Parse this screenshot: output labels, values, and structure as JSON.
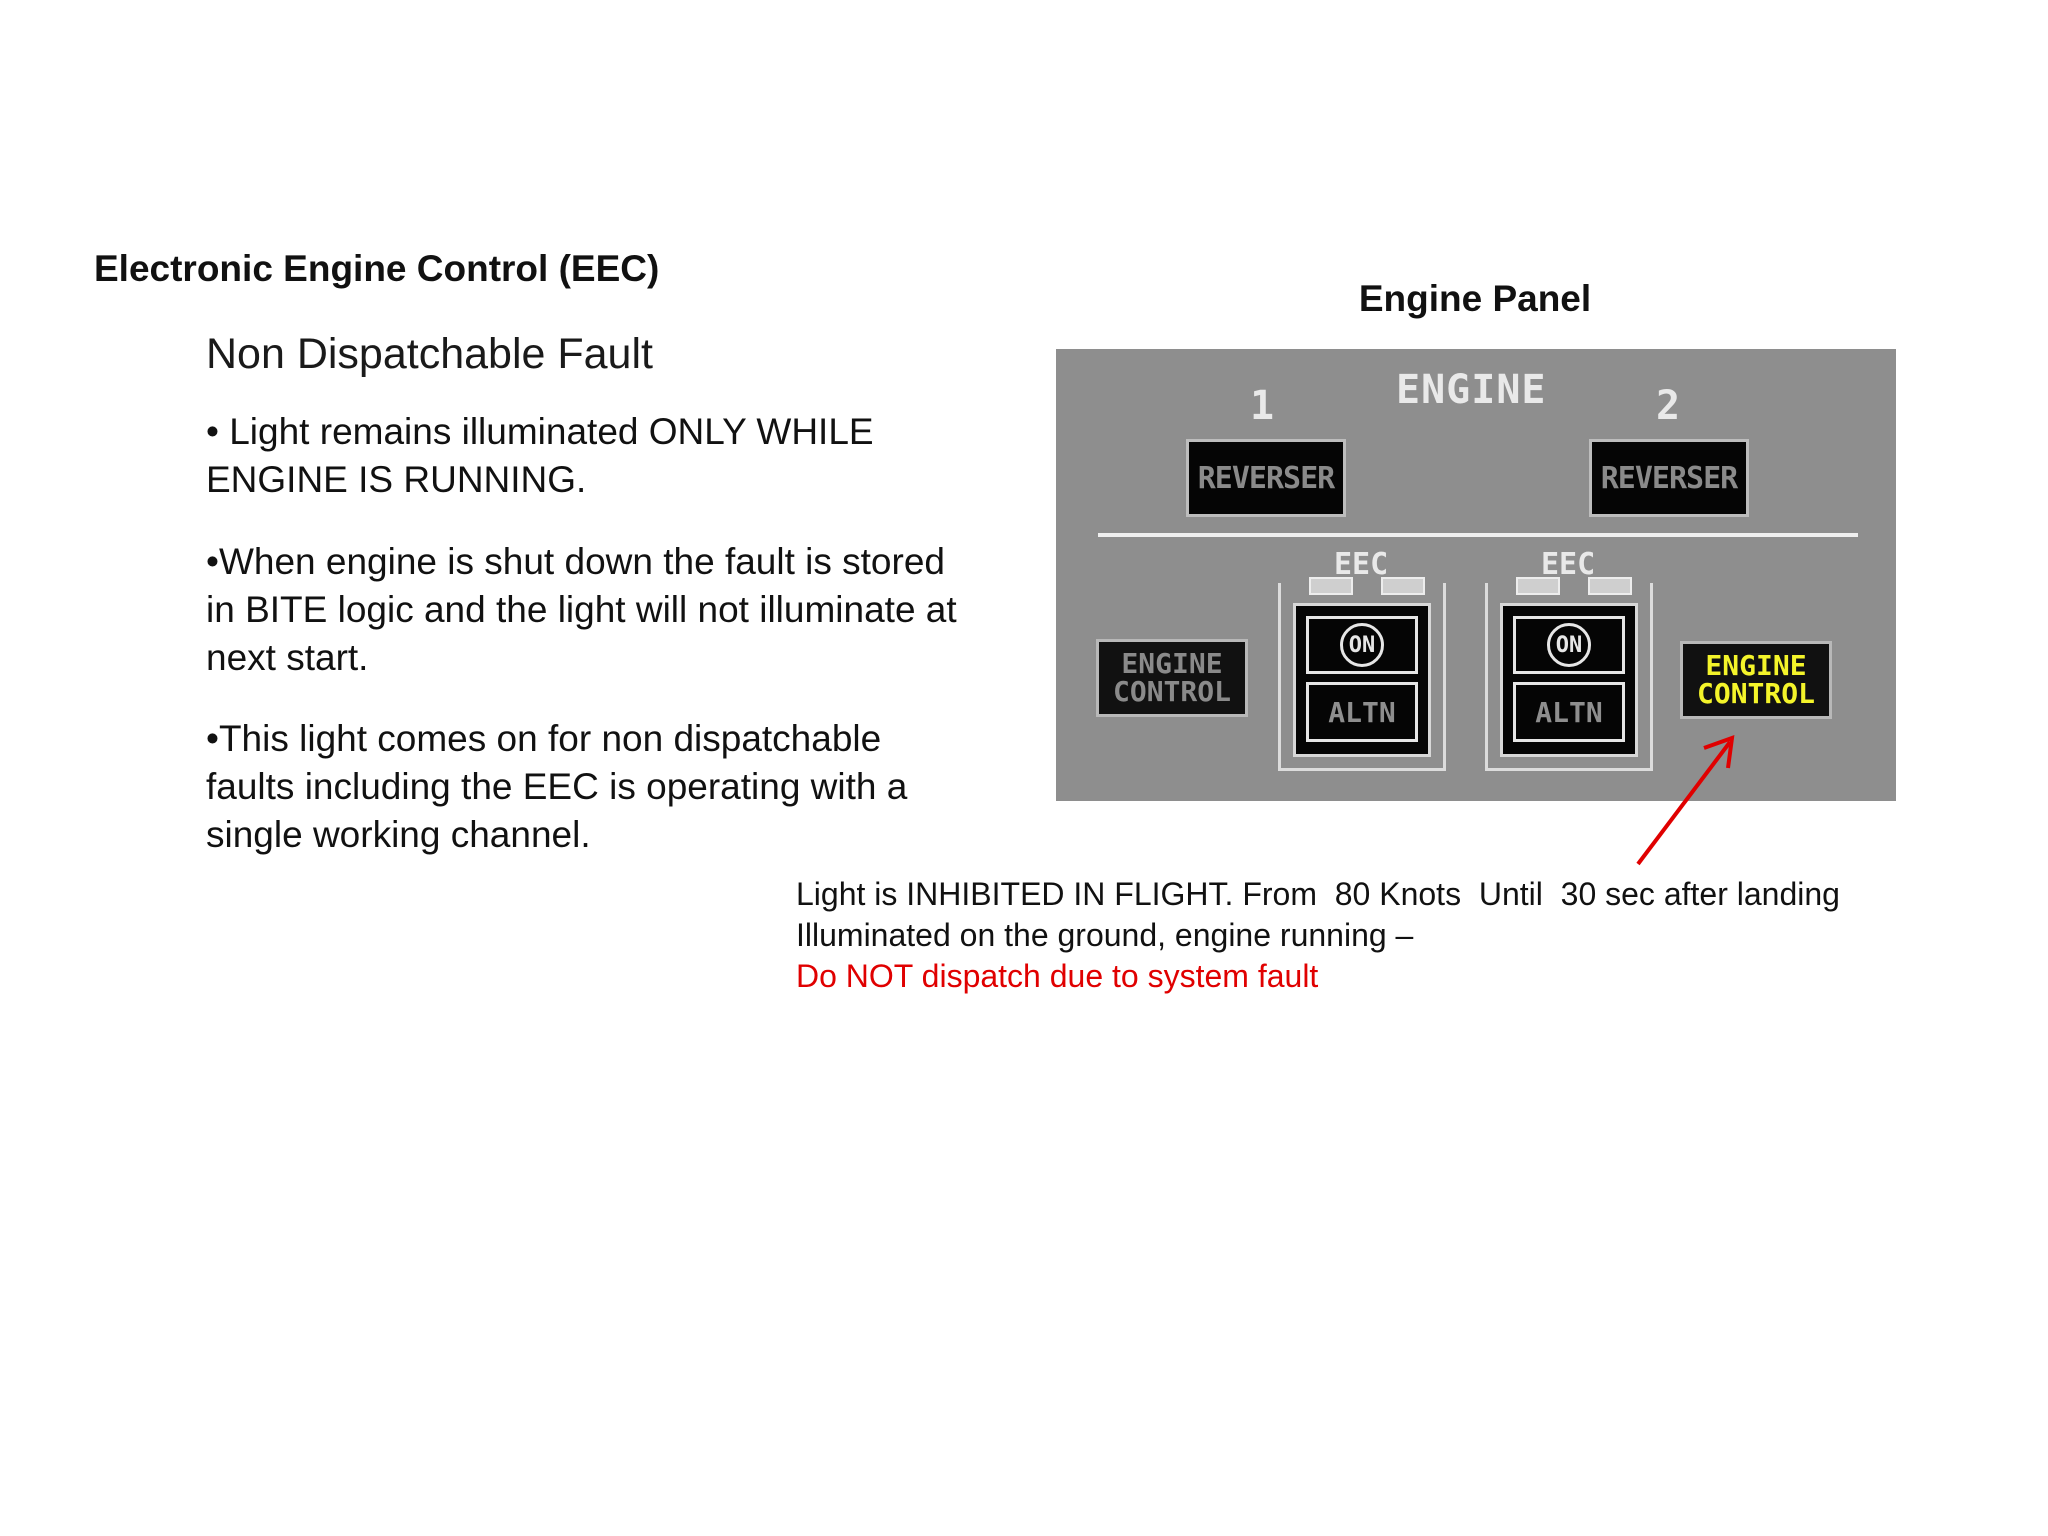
{
  "slide": {
    "title": "Electronic Engine Control (EEC)",
    "subtitle": "Non Dispatchable Fault",
    "paragraphs": [
      "• Light remains illuminated ONLY WHILE ENGINE IS RUNNING.",
      "•When engine is shut down the fault is stored in BITE logic and the light will not illuminate at next start.",
      "•This light comes on for non dispatchable faults including the EEC is operating with a single working channel."
    ]
  },
  "panel": {
    "title": "Engine Panel",
    "header": "ENGINE",
    "engine_1": "1",
    "engine_2": "2",
    "reverser_1": "REVERSER",
    "reverser_2": "REVERSER",
    "eec_1": "EEC",
    "eec_2": "EEC",
    "switch_1": {
      "on": "ON",
      "altn": "ALTN"
    },
    "switch_2": {
      "on": "ON",
      "altn": "ALTN"
    },
    "engine_control_1": {
      "line1": "ENGINE",
      "line2": "CONTROL",
      "illuminated": false
    },
    "engine_control_2": {
      "line1": "ENGINE",
      "line2": "CONTROL",
      "illuminated": true
    },
    "colors": {
      "panel": "#8e8e8e",
      "lit_amber": "#f4f42a",
      "arrow": "#e00000"
    }
  },
  "note": {
    "line1": "Light is INHIBITED IN FLIGHT. From  80 Knots  Until  30 sec after landing",
    "line2": "Illuminated on the ground, engine running –",
    "line3": "Do NOT dispatch due to system fault"
  }
}
